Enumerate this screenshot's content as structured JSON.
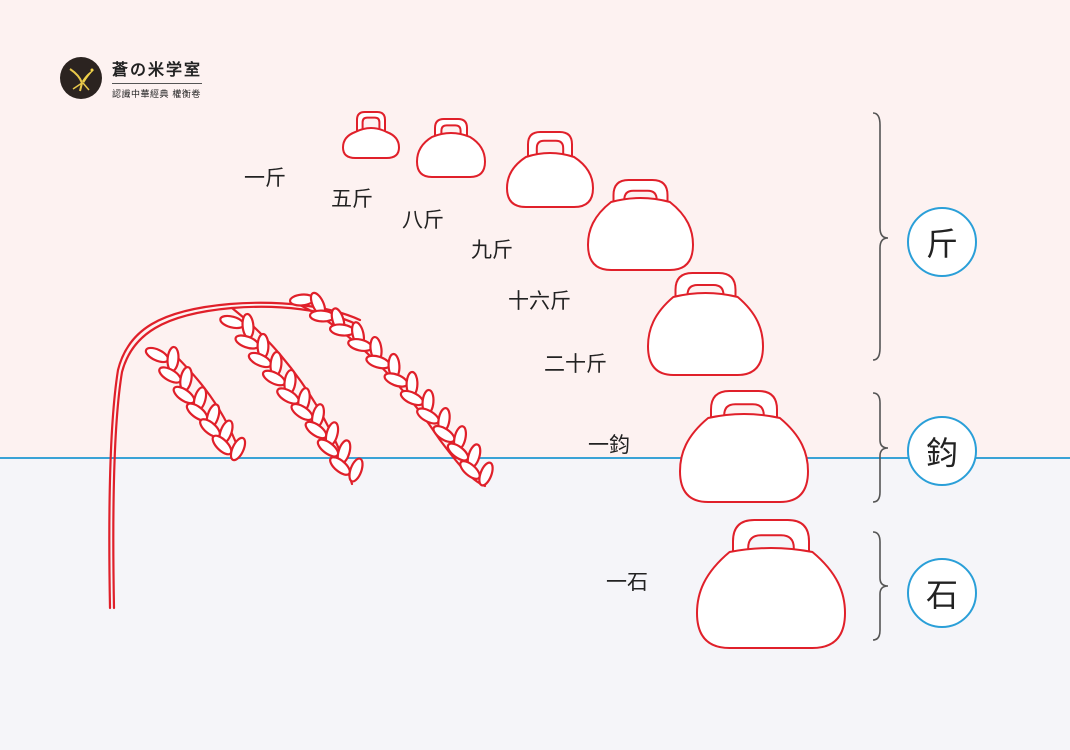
{
  "logo": {
    "title": "蒼の米学室",
    "subtitle": "認識中華經典  權衡卷",
    "icon": "bird-icon"
  },
  "weights": [
    {
      "label": "一斤"
    },
    {
      "label": "五斤"
    },
    {
      "label": "八斤"
    },
    {
      "label": "九斤"
    },
    {
      "label": "十六斤"
    },
    {
      "label": "二十斤"
    },
    {
      "label": "一鈞"
    },
    {
      "label": "一石"
    }
  ],
  "units": [
    {
      "label": "斤"
    },
    {
      "label": "鈞"
    },
    {
      "label": "石"
    }
  ],
  "colors": {
    "weight_outline": "#e0202a",
    "rice_plant": "#e0202a",
    "divider": "#3aa3d6",
    "unit_circle": "#2a9fd8",
    "top_background": "#fdf2f1",
    "bottom_background": "#f5f5f9"
  }
}
